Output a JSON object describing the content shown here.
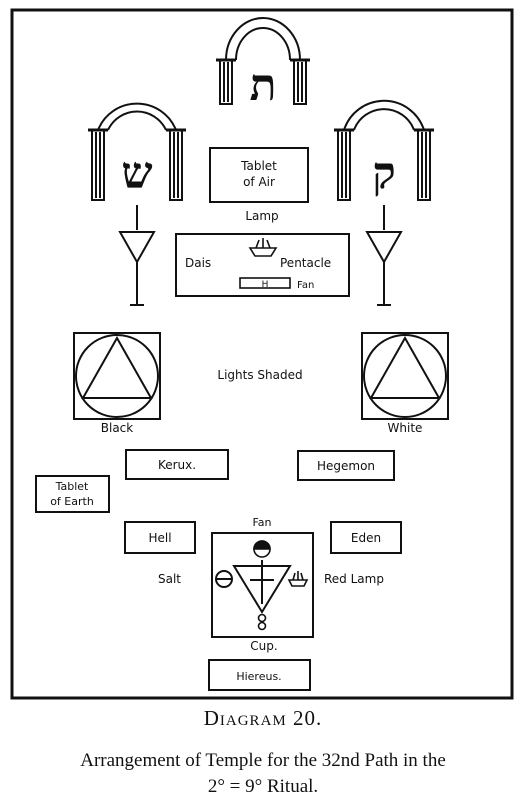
{
  "diagram": {
    "arches": {
      "top_letter": "ת",
      "left_letter": "ש",
      "right_letter": "ק"
    },
    "tablet_air": {
      "line1": "Tablet",
      "line2": "of Air"
    },
    "lamp_label": "Lamp",
    "altar": {
      "dais": "Dais",
      "pentacle": "Pentacle",
      "h_mark": "H",
      "fan": "Fan"
    },
    "lights_label": "Lights Shaded",
    "black_label": "Black",
    "white_label": "White",
    "kerux": "Kerux.",
    "hegemon": "Hegemon",
    "tablet_earth": {
      "line1": "Tablet",
      "line2": "of Earth"
    },
    "hell": "Hell",
    "eden": "Eden",
    "fan_label": "Fan",
    "salt_label": "Salt",
    "red_lamp_label": "Red Lamp",
    "cup_label": "Cup.",
    "hiereus": "Hiereus."
  },
  "caption": {
    "title": "Diagram 20.",
    "line1": "Arrangement of Temple for the 32nd Path in the",
    "line2": "2° = 9° Ritual."
  }
}
